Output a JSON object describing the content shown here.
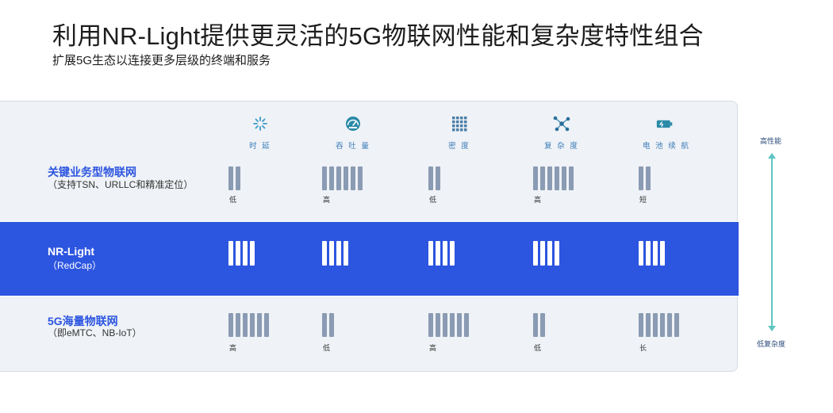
{
  "header": {
    "title": "利用NR-Light提供更灵活的5G物联网性能和复杂度特性组合",
    "subtitle": "扩展5G生态以连接更多层级的终端和服务"
  },
  "columns": [
    {
      "label": "时 延",
      "icon": "latency-icon"
    },
    {
      "label": "吞 吐 量",
      "icon": "throughput-gauge-icon"
    },
    {
      "label": "密 度",
      "icon": "density-grid-icon"
    },
    {
      "label": "复 杂 度",
      "icon": "complexity-network-icon"
    },
    {
      "label": "电 池 续 航",
      "icon": "battery-icon"
    }
  ],
  "rows": [
    {
      "title": "关键业务型物联网",
      "sub": "（支持TSN、URLLC和精准定位）",
      "cells": [
        {
          "bars": 2,
          "level": "低"
        },
        {
          "bars": 6,
          "level": "高"
        },
        {
          "bars": 2,
          "level": "低"
        },
        {
          "bars": 6,
          "level": "高"
        },
        {
          "bars": 2,
          "level": "短"
        }
      ]
    },
    {
      "title": "NR-Light",
      "sub": "（RedCap）",
      "cells": [
        {
          "bars": 4,
          "level": ""
        },
        {
          "bars": 4,
          "level": ""
        },
        {
          "bars": 4,
          "level": ""
        },
        {
          "bars": 4,
          "level": ""
        },
        {
          "bars": 4,
          "level": ""
        }
      ]
    },
    {
      "title": "5G海量物联网",
      "sub": "（即eMTC、NB-IoT）",
      "cells": [
        {
          "bars": 6,
          "level": "高"
        },
        {
          "bars": 2,
          "level": "低"
        },
        {
          "bars": 6,
          "level": "高"
        },
        {
          "bars": 2,
          "level": "低"
        },
        {
          "bars": 6,
          "level": "长"
        }
      ]
    }
  ],
  "axis": {
    "top_label": "高性能",
    "bottom_label": "低复杂度",
    "color": "#5fc5c1"
  },
  "colors": {
    "accent": "#2c55e0",
    "bar": "#8a9bb3",
    "panel": "#eff2f6",
    "icon": "#3a7bb8"
  }
}
